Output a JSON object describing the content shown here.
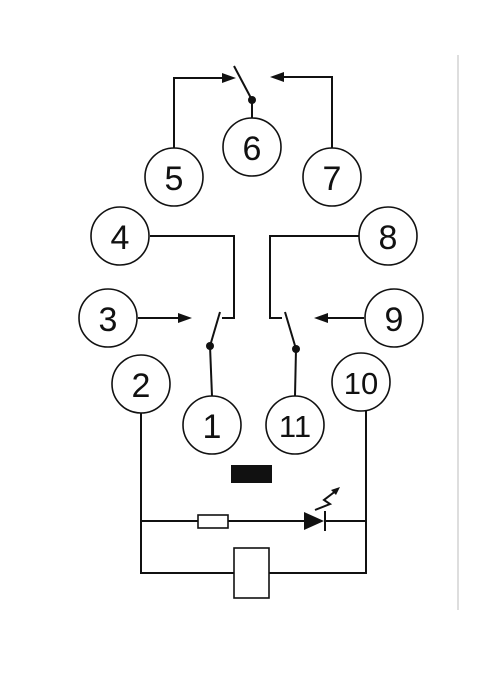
{
  "terminals": [
    {
      "id": "t1",
      "label": "1"
    },
    {
      "id": "t2",
      "label": "2"
    },
    {
      "id": "t3",
      "label": "3"
    },
    {
      "id": "t4",
      "label": "4"
    },
    {
      "id": "t5",
      "label": "5"
    },
    {
      "id": "t6",
      "label": "6"
    },
    {
      "id": "t7",
      "label": "7"
    },
    {
      "id": "t8",
      "label": "8"
    },
    {
      "id": "t9",
      "label": "9"
    },
    {
      "id": "t10",
      "label": "10"
    },
    {
      "id": "t11",
      "label": "11"
    }
  ],
  "colors": {
    "line": "#111111",
    "background": "#ffffff"
  }
}
